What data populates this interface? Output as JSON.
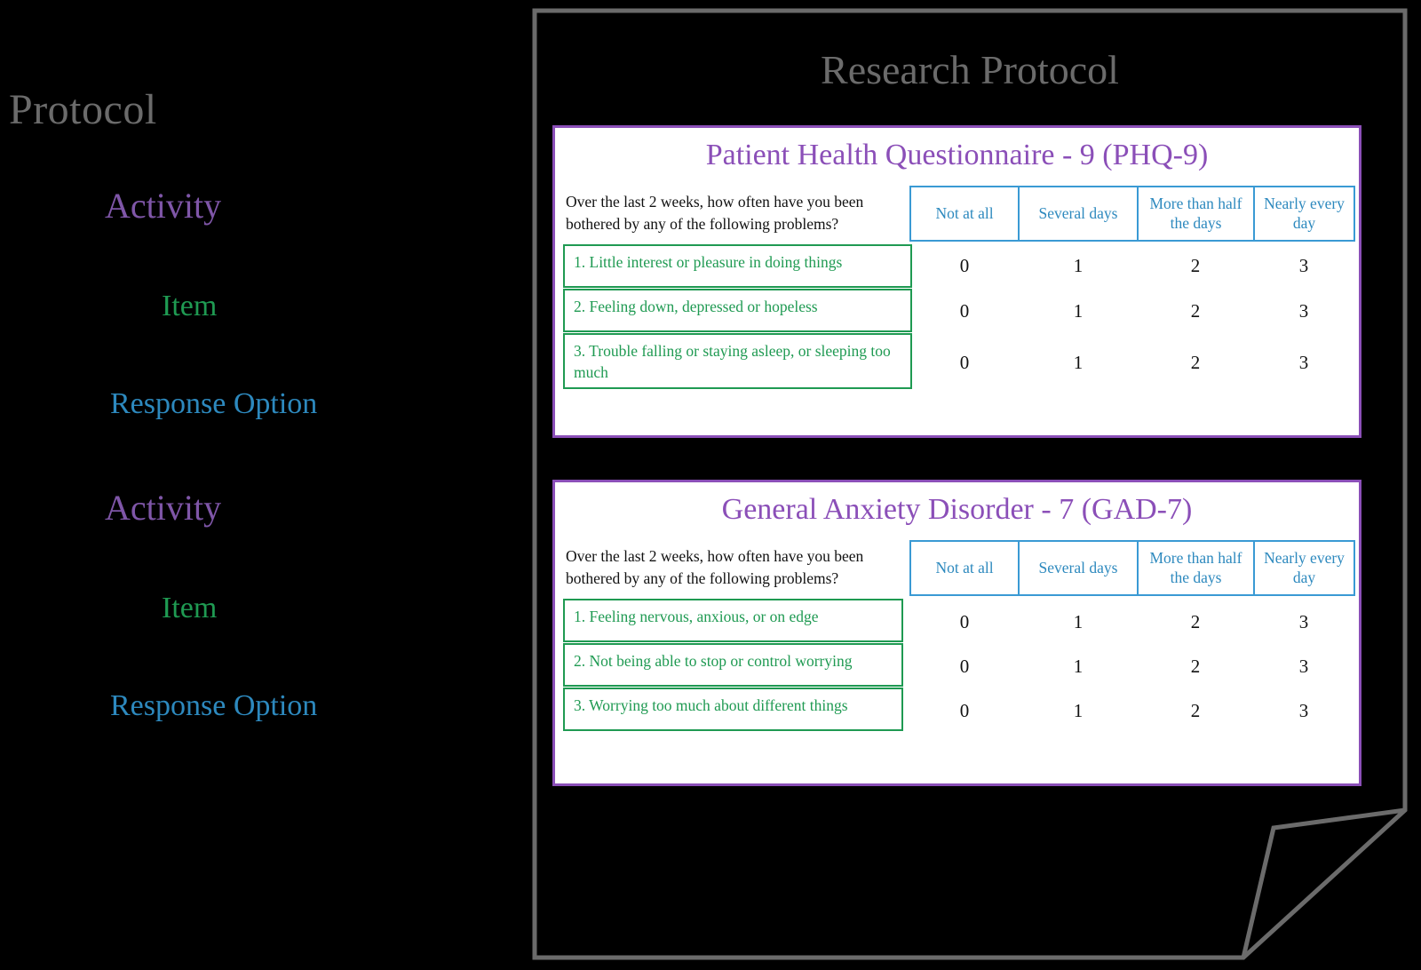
{
  "legend": {
    "title": "Protocol",
    "entries": [
      {
        "label": "Activity",
        "color": "#7f56a8",
        "level": 1
      },
      {
        "label": "Item",
        "color": "#1f9a52",
        "level": 2
      },
      {
        "label": "Response Option",
        "color": "#2d89be",
        "level": 3
      },
      {
        "label": "Activity",
        "color": "#7f56a8",
        "level": 1
      },
      {
        "label": "Item",
        "color": "#1f9a52",
        "level": 2
      },
      {
        "label": "Response Option",
        "color": "#2d89be",
        "level": 3
      }
    ]
  },
  "document": {
    "title": "Research Protocol",
    "title_color": "#6b6b6b",
    "border_color": "#6b6b6b",
    "background": "#000000"
  },
  "palette": {
    "activity_purple": "#8b4fb8",
    "item_green": "#1f9a52",
    "response_blue": "#3a9ad4",
    "response_text_blue": "#2d89be",
    "protocol_gray": "#6b6b6b",
    "sheet_white": "#ffffff"
  },
  "instruments": [
    {
      "title": "Patient Health Questionnaire - 9 (PHQ-9)",
      "stem": "Over the last 2 weeks, how often have you been bothered by any of the following problems?",
      "response_options": [
        "Not at all",
        "Several days",
        "More than half the days",
        "Nearly every day"
      ],
      "response_values": [
        "0",
        "1",
        "2",
        "3"
      ],
      "items": [
        {
          "text": "1. Little interest or pleasure in doing things",
          "scores": [
            "0",
            "1",
            "2",
            "3"
          ]
        },
        {
          "text": "2. Feeling down, depressed or hopeless",
          "scores": [
            "0",
            "1",
            "2",
            "3"
          ]
        },
        {
          "text": "3. Trouble falling or staying asleep, or sleeping too much",
          "scores": [
            "0",
            "1",
            "2",
            "3"
          ]
        }
      ]
    },
    {
      "title": "General Anxiety Disorder - 7 (GAD-7)",
      "stem": "Over the last 2 weeks, how often have you been bothered by any of the following problems?",
      "response_options": [
        "Not at all",
        "Several days",
        "More than half the days",
        "Nearly every day"
      ],
      "response_values": [
        "0",
        "1",
        "2",
        "3"
      ],
      "items": [
        {
          "text": "1. Feeling nervous, anxious, or on edge",
          "scores": [
            "0",
            "1",
            "2",
            "3"
          ]
        },
        {
          "text": "2. Not being able to stop or control worrying",
          "scores": [
            "0",
            "1",
            "2",
            "3"
          ]
        },
        {
          "text": "3. Worrying too much about different things",
          "scores": [
            "0",
            "1",
            "2",
            "3"
          ]
        }
      ]
    }
  ]
}
